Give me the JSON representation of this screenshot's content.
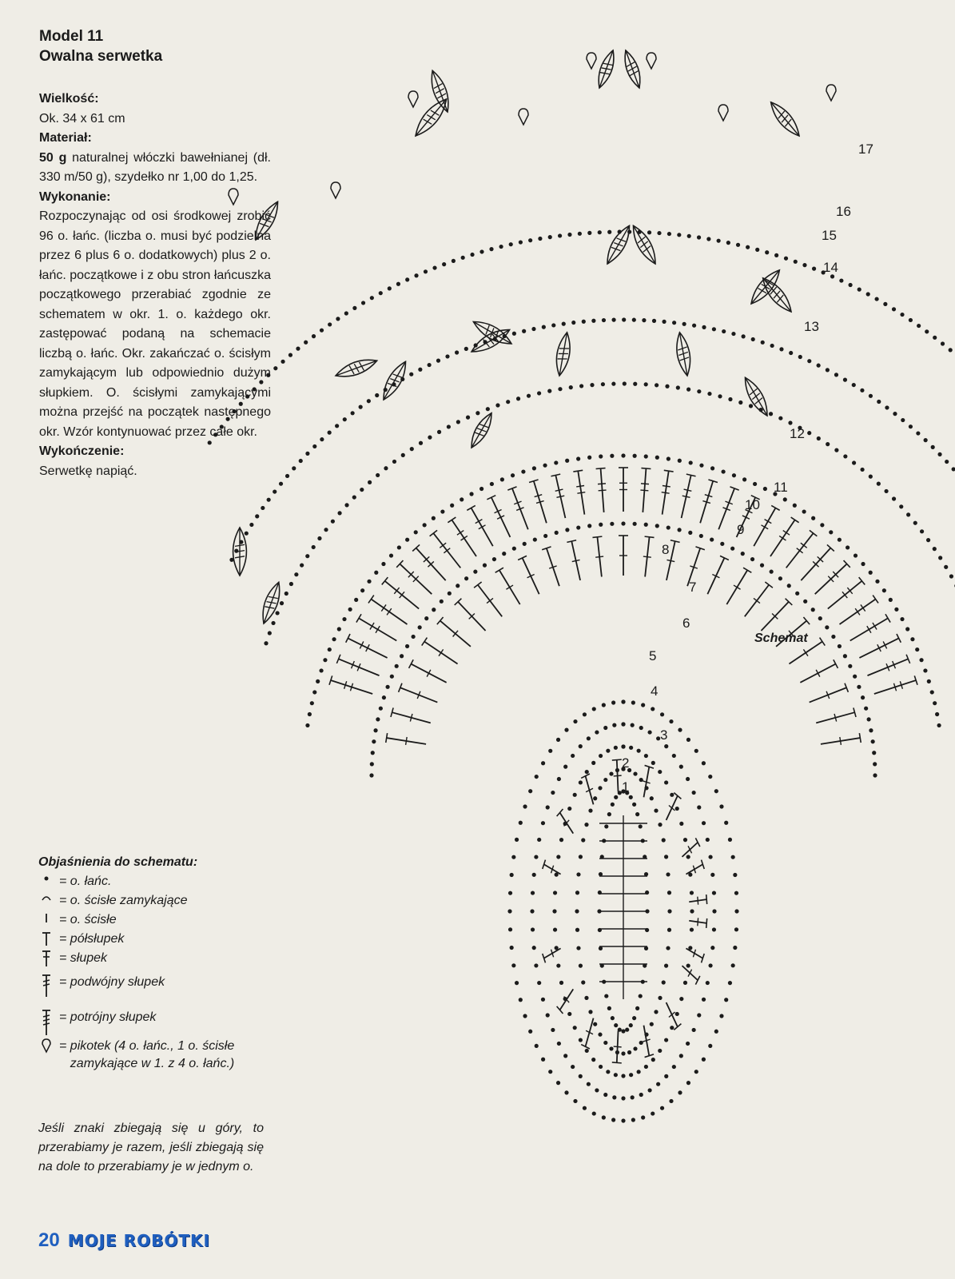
{
  "header": {
    "model": "Model 11",
    "name": "Owalna serwetka"
  },
  "size": {
    "heading": "Wielkość:",
    "value": "Ok. 34 x 61 cm"
  },
  "material": {
    "heading": "Materiał:",
    "amount": "50 g",
    "text": " naturalnej włóczki bawełnianej (dł. 330 m/50 g), szydełko nr 1,00 do 1,25."
  },
  "execution": {
    "heading": "Wykonanie:",
    "text": "Rozpoczynając od osi środkowej zrobić 96 o. łańc. (liczba o. musi być podzielna przez 6 plus 6 o. dodatkowych) plus 2 o. łańc. początkowe i z obu stron łańcuszka początkowego przerabiać zgodnie ze schematem w okr. 1. o. każdego okr. zastępować podaną na schemacie liczbą o. łańc. Okr. zakańczać o. ścisłym zamykającym lub odpowiednio dużym słupkiem. O. ścisłymi zamykającymi można przejść na początek następnego okr. Wzór kontynuować przez całe okr."
  },
  "finishing": {
    "heading": "Wykończenie:",
    "text": "Serwetkę napiąć."
  },
  "diagram": {
    "label": "Schemat",
    "rounds": [
      "1",
      "2",
      "3",
      "4",
      "5",
      "6",
      "7",
      "8",
      "9",
      "10",
      "11",
      "12",
      "13",
      "14",
      "15",
      "16",
      "17"
    ]
  },
  "legend": {
    "title": "Objaśnienia do schematu:",
    "items": [
      {
        "symbol": "chain-dot-icon",
        "text": "o. łańc."
      },
      {
        "symbol": "slip-stitch-icon",
        "text": "o. ścisłe zamykające"
      },
      {
        "symbol": "single-crochet-icon",
        "text": "o. ścisłe"
      },
      {
        "symbol": "half-double-icon",
        "text": "półsłupek"
      },
      {
        "symbol": "double-crochet-icon",
        "text": "słupek"
      },
      {
        "symbol": "treble-crochet-icon",
        "text": "podwójny słupek"
      },
      {
        "symbol": "triple-treble-icon",
        "text": "potrójny słupek"
      },
      {
        "symbol": "picot-icon",
        "text": "pikotek (4 o. łańc., 1 o. ścisłe zamykające w 1. z 4 o. łańc.)"
      }
    ]
  },
  "note": "Jeśli znaki zbiegają się u góry, to przerabiamy je razem, jeśli zbiegają się na dole to przerabiamy je w jednym o.",
  "footer": {
    "page_number": "20",
    "magazine": "MOJE ROBÓTKI"
  }
}
